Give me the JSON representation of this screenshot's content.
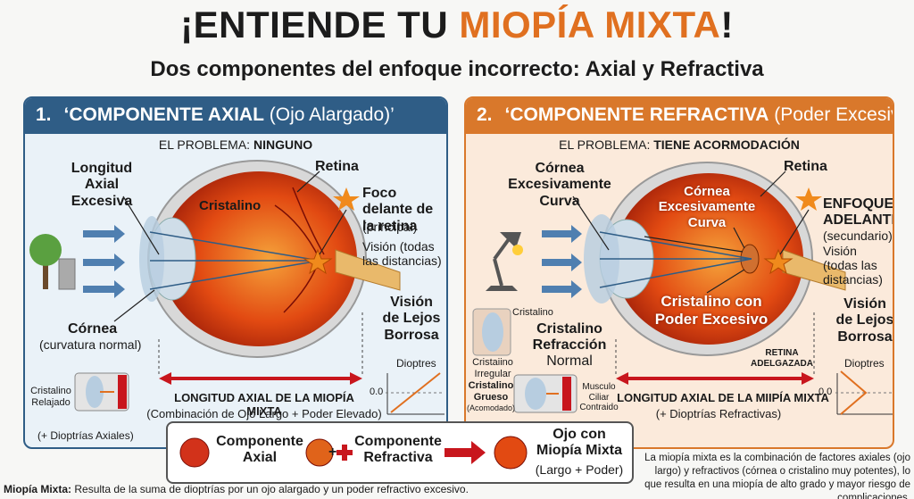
{
  "title": {
    "part1": "¡ENTIENDE TU ",
    "accent": "MIOPÍA MIXTA",
    "part2": "!"
  },
  "subtitle": "Dos componentes del enfoque incorrecto: Axial y Refractiva",
  "left": {
    "number": "1.",
    "heading_bold": "‘COMPONENTE AXIAL",
    "heading_normal": " (Ojo Alargado)’",
    "problem_prefix": "EL PROBLEMA: ",
    "problem_value": "NINGUNO",
    "axial_length": "Longitud Axial Excesiva",
    "retina": "Retina",
    "lens": "Cristalino",
    "focus_bold": "Foco delante de la retina",
    "focus_note": "(principal)",
    "vision_all": "Visión (todas las distancias)",
    "cornea": "Córnea",
    "cornea_note": "(curvatura normal)",
    "blurry": "Visión de Lejos Borrosa",
    "bar_label": "LONGITUD AXIAL DE LA MIOPÍA MIXTA",
    "bar_sub": "(Combinación de Ojo Largo + Poder Elevado)",
    "relaxed_lens": "Cristalino Relajado",
    "axial_diopters": "(+ Dioptrías Axiales)",
    "chart_title": "Dioptres",
    "chart_tick": "0.0"
  },
  "right": {
    "number": "2.",
    "heading_bold": "‘COMPONENTE REFRACTIVA",
    "heading_normal": " (Poder Excesivo)’",
    "problem_prefix": "EL PROBLEMA: ",
    "problem_value": "TIENE ACORMODACIÓN",
    "cornea_curved": "Córnea Excesivamente Curva",
    "retina": "Retina",
    "cornea_curved_inner": "Córnea Excesivamente Curva",
    "focus_bold": "ENFOQUE ADELANTE",
    "focus_note": "(secundario)",
    "vision_all": "Visión (todas las distancias)",
    "lens_small": "Cristalino",
    "lens_irregular": "Cristaiino Irregular",
    "lens_refraction_bold": "Cristalino Refracción",
    "lens_refraction_normal": "Normal",
    "lens_power": "Cristalino con Poder Excesivo",
    "blurry": "Visión de Lejos Borrosa",
    "retina_thin": "RETINA ADELGAZADA",
    "thick_lens": "Cristalino Grueso",
    "thick_note": "(Acomodado)",
    "ciliar": "Musculo Ciliar Contraido",
    "bar_label": "LONGITUD AXIAL DE LA MIIPÍA MIXTA",
    "bar_sub": "(+ Dioptrías Refractivas)",
    "chart_title": "Dioptres",
    "chart_tick": "0.0"
  },
  "summary": {
    "axial": "Componente Axial",
    "plus": "+",
    "refractive": "Componente Refractiva",
    "result_bold": "Ojo con Miopía Mixta",
    "result_note": "(Largo + Poder)"
  },
  "footer": {
    "left_bold": "Miopía Mixta:",
    "left_text": " Resulta de la suma de dioptrías por un ojo alargado y un poder refractivo excesivo.",
    "right_text": "La miopía mixta es la combinación de factores axiales (ojo largo) y refractivos (córnea o cristalino muy potentes), lo que resulta en una miopía de alto grado y mayor riesgo de complicaciones."
  },
  "colors": {
    "blue": "#2f5d86",
    "orange": "#d9782b",
    "accent": "#e07020",
    "red_bar": "#c8161d"
  }
}
